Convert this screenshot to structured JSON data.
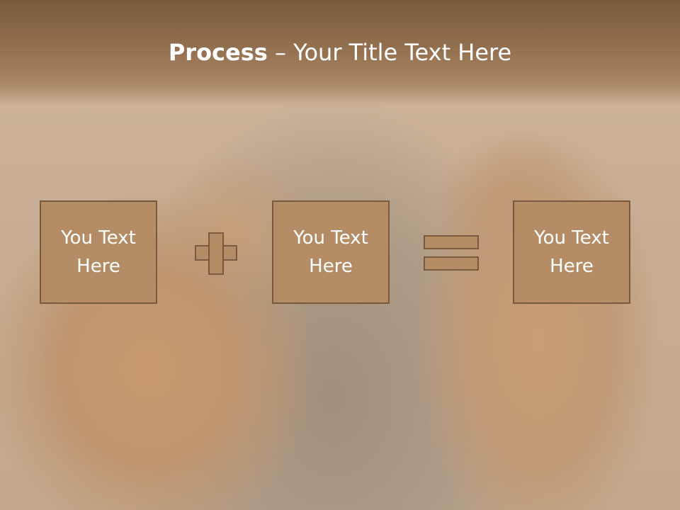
{
  "slide": {
    "title_bold": "Process",
    "title_rest": " – Your Title Text Here",
    "boxes": [
      {
        "text_line1": "You Text",
        "text_line2": "Here"
      },
      {
        "text_line1": "You Text",
        "text_line2": "Here"
      },
      {
        "text_line1": "You Text",
        "text_line2": "Here"
      }
    ],
    "operators": [
      "plus-icon",
      "equals-icon"
    ]
  },
  "colors": {
    "header_dark": "#7a5a3e",
    "box_fill": "#b48d67",
    "box_border": "#7a5a3e",
    "text": "#ffffff"
  }
}
